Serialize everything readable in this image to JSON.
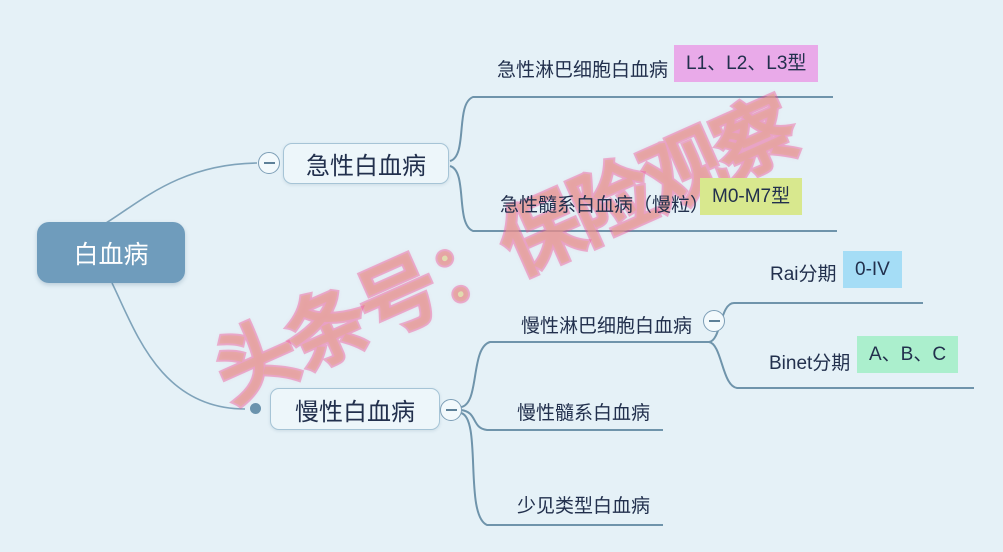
{
  "canvas": {
    "background": "#e5f1f7"
  },
  "watermark": {
    "text": "头条号：保险观察",
    "stroke_color": "#ee5494",
    "fill_color": "#dbee80"
  },
  "root": {
    "label": "白血病",
    "color": "#6f9cbc",
    "text_color": "#ffffff"
  },
  "branches": [
    {
      "label": "急性白血病",
      "collapse_icon": "minus",
      "children": [
        {
          "label": "急性淋巴细胞白血病",
          "badge": {
            "text": "L1、L2、L3型",
            "color": "#e9aae9"
          }
        },
        {
          "label": "急性髓系白血病（慢粒）",
          "badge": {
            "text": "M0-M7型",
            "color": "#d8e88e"
          }
        }
      ]
    },
    {
      "label": "慢性白血病",
      "collapse_icon": "minus",
      "children": [
        {
          "label": "慢性淋巴细胞白血病",
          "collapse_icon": "minus",
          "children": [
            {
              "label": "Rai分期",
              "badge": {
                "text": "0-IV",
                "color": "#a5ddf6"
              }
            },
            {
              "label": "Binet分期",
              "badge": {
                "text": "A、B、C",
                "color": "#abefcd"
              }
            }
          ]
        },
        {
          "label": "慢性髓系白血病"
        },
        {
          "label": "少见类型白血病"
        }
      ]
    }
  ],
  "line_colors": {
    "branch": "#6f94ab",
    "root_link": "#7fa3ba"
  }
}
